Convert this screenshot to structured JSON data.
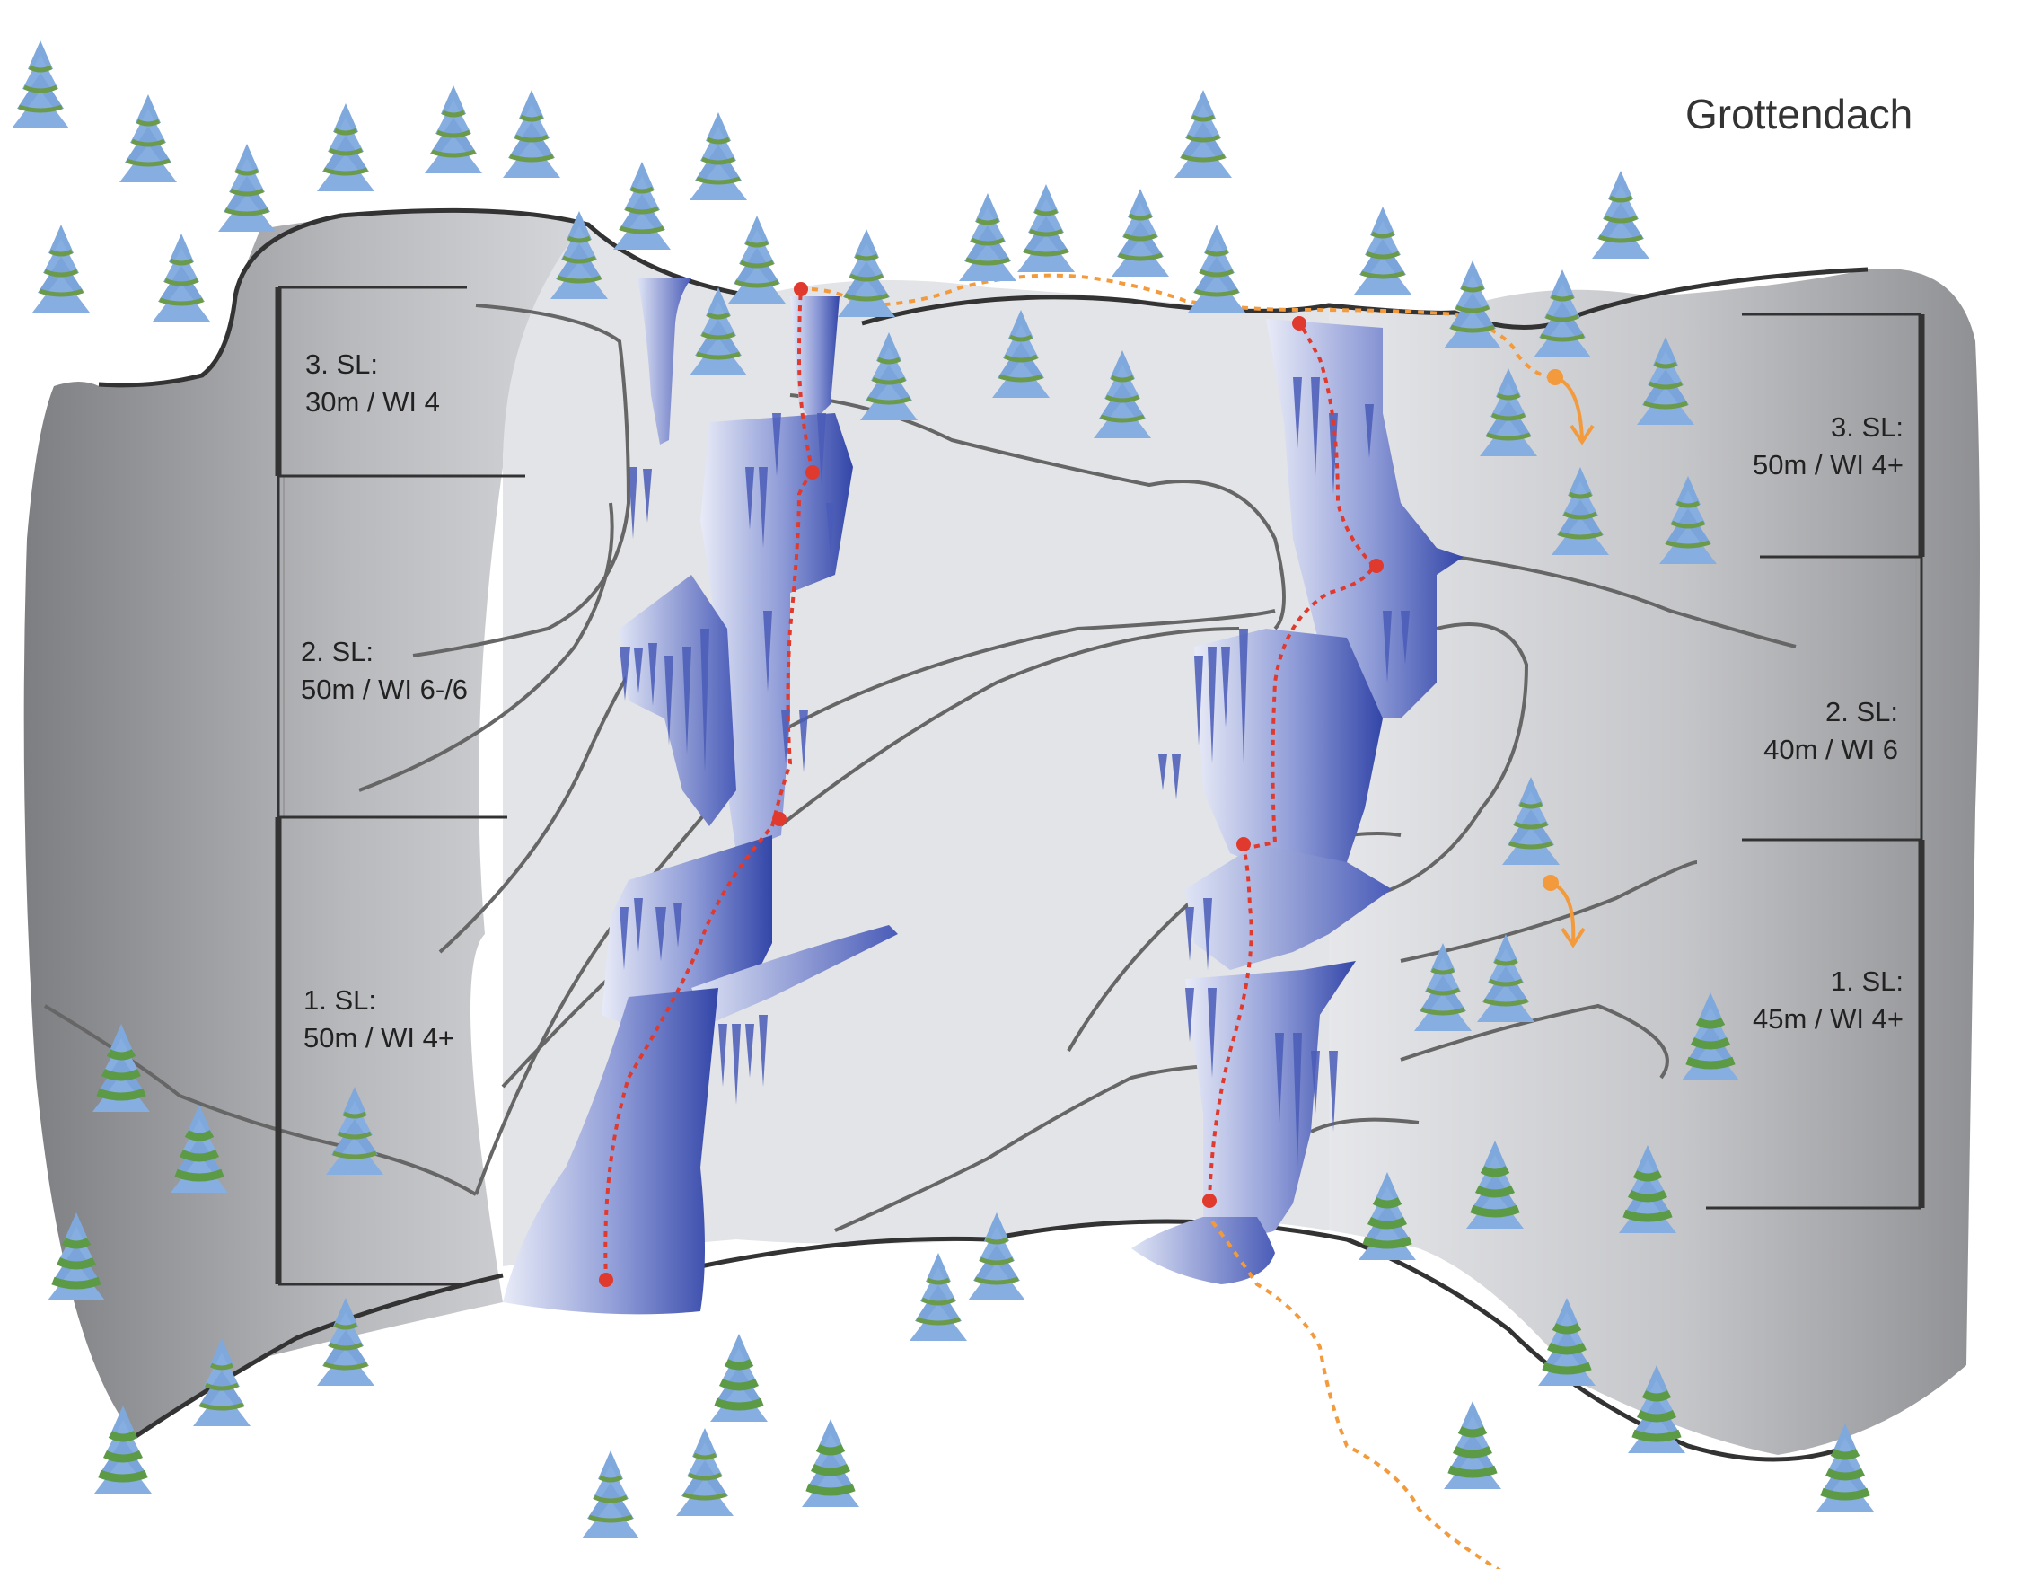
{
  "title": "Grottendach",
  "left_route": {
    "pitch3": {
      "name": "3. SL:",
      "spec": "30m / WI 4"
    },
    "pitch2": {
      "name": "2. SL:",
      "spec": "50m / WI 6-/6"
    },
    "pitch1": {
      "name": "1. SL:",
      "spec": "50m / WI 4+"
    }
  },
  "right_route": {
    "pitch3": {
      "name": "3. SL:",
      "spec": "50m / WI 4+"
    },
    "pitch2": {
      "name": "2. SL:",
      "spec": "40m / WI 6"
    },
    "pitch1": {
      "name": "1. SL:",
      "spec": "45m / WI 4+"
    }
  },
  "colors": {
    "rock_light": "#dcdde0",
    "rock_dark": "#8a8b8e",
    "ice": "#5566bb",
    "route": "#e03a2e",
    "approach": "#f29a3c",
    "tree_blue": "#7fa8dc",
    "tree_green": "#6a9a4a"
  }
}
